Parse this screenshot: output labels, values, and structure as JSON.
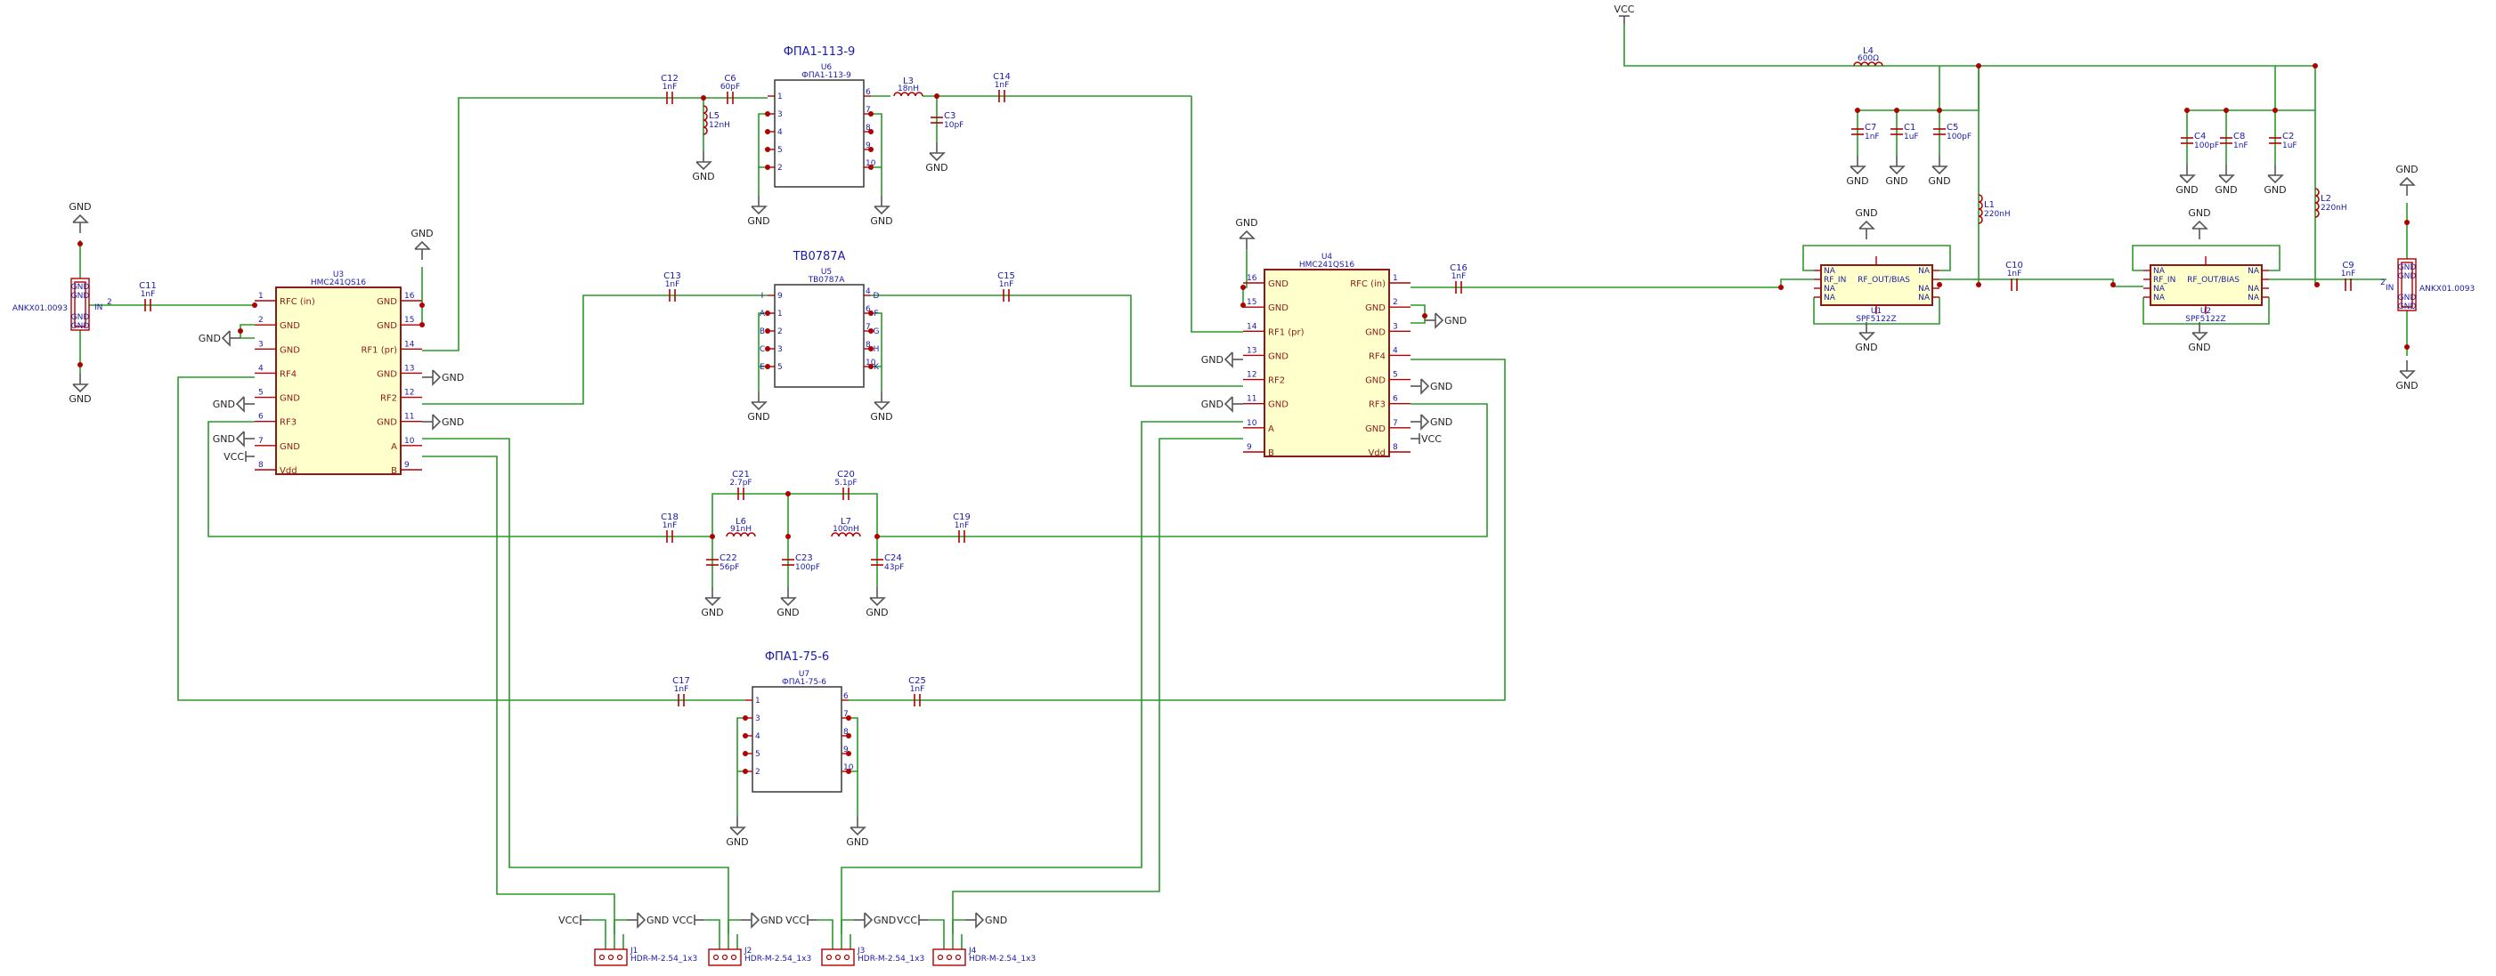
{
  "blocks": {
    "u6": {
      "title": "ФПА1-113-9",
      "ref": "U6",
      "value": "ФПА1-113-9",
      "pins_left": [
        "1",
        "3",
        "4",
        "5",
        "2"
      ],
      "pins_right": [
        "6",
        "7",
        "8",
        "9",
        "10"
      ]
    },
    "u5": {
      "title": "TB0787A",
      "ref": "U5",
      "value": "TB0787A",
      "pins_left": [
        "9",
        "1",
        "2",
        "3",
        "5"
      ],
      "pins_right": [
        "4",
        "6",
        "7",
        "8",
        "10"
      ],
      "labels_left": [
        "I",
        "A",
        "B",
        "C",
        "E"
      ],
      "labels_right": [
        "D",
        "F",
        "G",
        "H",
        "K"
      ]
    },
    "u7": {
      "title": "ФПА1-75-6",
      "ref": "U7",
      "value": "ФПА1-75-6",
      "pins_left": [
        "1",
        "3",
        "4",
        "5",
        "2"
      ],
      "pins_right": [
        "6",
        "7",
        "8",
        "9",
        "10"
      ]
    }
  },
  "ics": {
    "u3": {
      "ref": "U3",
      "value": "HMC241QS16",
      "left": [
        {
          "n": "1",
          "t": "RFC (in)"
        },
        {
          "n": "2",
          "t": "GND"
        },
        {
          "n": "3",
          "t": "GND"
        },
        {
          "n": "4",
          "t": "RF4"
        },
        {
          "n": "5",
          "t": "GND"
        },
        {
          "n": "6",
          "t": "RF3"
        },
        {
          "n": "7",
          "t": "GND"
        },
        {
          "n": "8",
          "t": "Vdd"
        }
      ],
      "right": [
        {
          "n": "16",
          "t": "GND"
        },
        {
          "n": "15",
          "t": "GND"
        },
        {
          "n": "14",
          "t": "RF1 (pr)"
        },
        {
          "n": "13",
          "t": "GND"
        },
        {
          "n": "12",
          "t": "RF2"
        },
        {
          "n": "11",
          "t": "GND"
        },
        {
          "n": "10",
          "t": "A"
        },
        {
          "n": "9",
          "t": "B"
        }
      ]
    },
    "u4": {
      "ref": "U4",
      "value": "HMC241QS16",
      "left": [
        {
          "n": "16",
          "t": "GND"
        },
        {
          "n": "15",
          "t": "GND"
        },
        {
          "n": "14",
          "t": "RF1 (pr)"
        },
        {
          "n": "13",
          "t": "GND"
        },
        {
          "n": "12",
          "t": "RF2"
        },
        {
          "n": "11",
          "t": "GND"
        },
        {
          "n": "10",
          "t": "A"
        },
        {
          "n": "9",
          "t": "B"
        }
      ],
      "right": [
        {
          "n": "1",
          "t": "RFC (in)"
        },
        {
          "n": "2",
          "t": "GND"
        },
        {
          "n": "3",
          "t": "GND"
        },
        {
          "n": "4",
          "t": "RF4"
        },
        {
          "n": "5",
          "t": "GND"
        },
        {
          "n": "6",
          "t": "RF3"
        },
        {
          "n": "7",
          "t": "GND"
        },
        {
          "n": "8",
          "t": "Vdd"
        }
      ]
    }
  },
  "amps": {
    "u1": {
      "ref": "U1",
      "value": "SPF5122Z",
      "in": "RF_IN",
      "out": "RF_OUT/BIAS",
      "na": "NA"
    },
    "u2": {
      "ref": "U2",
      "value": "SPF5122Z",
      "in": "RF_IN",
      "out": "RF_OUT/BIAS",
      "na": "NA"
    }
  },
  "parts": {
    "c12": {
      "ref": "C12",
      "val": "1nF"
    },
    "c6": {
      "ref": "C6",
      "val": "60pF"
    },
    "l5": {
      "ref": "L5",
      "val": "12nH"
    },
    "l3": {
      "ref": "L3",
      "val": "18nH"
    },
    "c3": {
      "ref": "C3",
      "val": "10pF"
    },
    "c14": {
      "ref": "C14",
      "val": "1nF"
    },
    "c11": {
      "ref": "C11",
      "val": "1nF"
    },
    "c13": {
      "ref": "C13",
      "val": "1nF"
    },
    "c15": {
      "ref": "C15",
      "val": "1nF"
    },
    "c16": {
      "ref": "C16",
      "val": "1nF"
    },
    "c21": {
      "ref": "C21",
      "val": "2.7pF"
    },
    "c20": {
      "ref": "C20",
      "val": "5.1pF"
    },
    "c18": {
      "ref": "C18",
      "val": "1nF"
    },
    "l6": {
      "ref": "L6",
      "val": "91nH"
    },
    "l7": {
      "ref": "L7",
      "val": "100nH"
    },
    "c19": {
      "ref": "C19",
      "val": "1nF"
    },
    "c22": {
      "ref": "C22",
      "val": "56pF"
    },
    "c23": {
      "ref": "C23",
      "val": "100pF"
    },
    "c24": {
      "ref": "C24",
      "val": "43pF"
    },
    "c17": {
      "ref": "C17",
      "val": "1nF"
    },
    "c25": {
      "ref": "C25",
      "val": "1nF"
    },
    "l4": {
      "ref": "L4",
      "val": "600Ω"
    },
    "c7": {
      "ref": "C7",
      "val": "1nF"
    },
    "c1": {
      "ref": "C1",
      "val": "1uF"
    },
    "c5": {
      "ref": "C5",
      "val": "100pF"
    },
    "c4": {
      "ref": "C4",
      "val": "100pF"
    },
    "c8": {
      "ref": "C8",
      "val": "1nF"
    },
    "c2": {
      "ref": "C2",
      "val": "1uF"
    },
    "l1": {
      "ref": "L1",
      "val": "220nH"
    },
    "l2": {
      "ref": "L2",
      "val": "220nH"
    },
    "c10": {
      "ref": "C10",
      "val": "1nF"
    },
    "c9": {
      "ref": "C9",
      "val": "1nF"
    }
  },
  "connectors": {
    "left_ant": {
      "ref": "ANKX01.0093",
      "pin_in": "IN",
      "pin_num": "2",
      "gnd_pins": [
        "GND",
        "GND",
        "GND",
        "GND"
      ]
    },
    "right_ant": {
      "ref": "ANKX01.0093",
      "pin_in": "IN",
      "pin_num": "2",
      "gnd_pins": [
        "GND",
        "GND",
        "GND",
        "GND"
      ]
    },
    "j1": {
      "ref": "J1",
      "val": "HDR-M-2.54_1x3"
    },
    "j2": {
      "ref": "J2",
      "val": "HDR-M-2.54_1x3"
    },
    "j3": {
      "ref": "J3",
      "val": "HDR-M-2.54_1x3"
    },
    "j4": {
      "ref": "J4",
      "val": "HDR-M-2.54_1x3"
    }
  },
  "nets": {
    "gnd": "GND",
    "vcc": "VCC"
  }
}
